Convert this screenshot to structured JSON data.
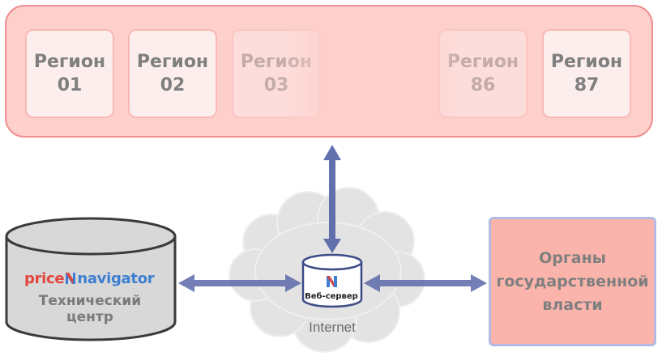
{
  "regions": [
    {
      "line1": "Регион",
      "line2": "01"
    },
    {
      "line1": "Регион",
      "line2": "02"
    },
    {
      "line1": "Регион",
      "line2": "03"
    },
    {
      "line1": "Регион",
      "line2": "86"
    },
    {
      "line1": "Регион",
      "line2": "87"
    }
  ],
  "tech_center": {
    "brand_left": "price",
    "brand_right": "navigator",
    "line1": "Технический",
    "line2": "центр"
  },
  "web_server": {
    "label": "Веб-сервер"
  },
  "internet": {
    "label": "Internet"
  },
  "authority": {
    "line1": "Органы",
    "line2": "государственной",
    "line3": "власти"
  },
  "colors": {
    "region_panel_fill": "#fdd0cc",
    "region_panel_border": "#ef8f8f",
    "arrow": "#5b69aa",
    "authority_fill": "#fbb4ab",
    "authority_border": "#b3b9e3",
    "brand_red": "#e2453d",
    "brand_blue": "#3f7fd1"
  },
  "icons": [
    "server-cylinder-icon",
    "cloud-icon",
    "database-cylinder-icon",
    "navigator-logo-icon"
  ]
}
